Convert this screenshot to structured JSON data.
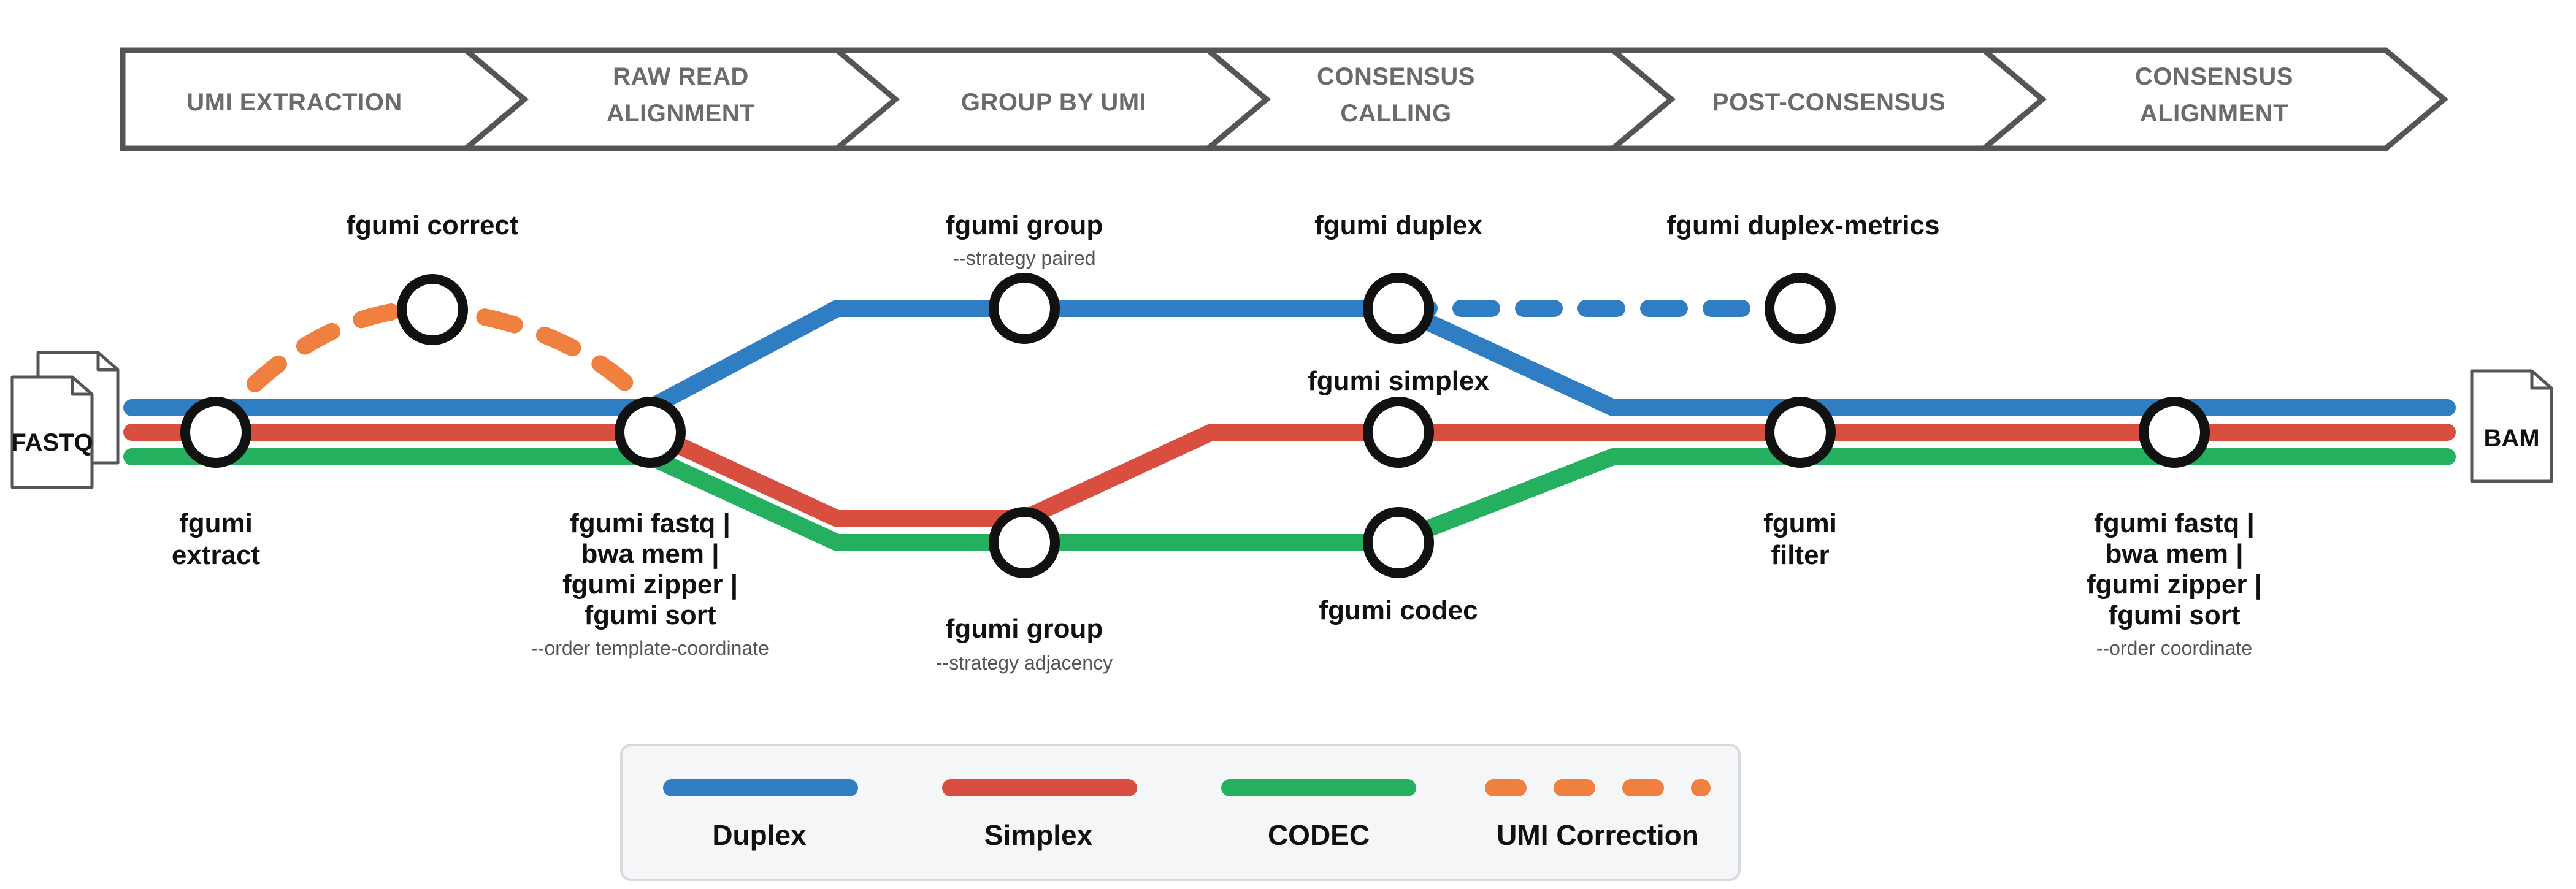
{
  "colors": {
    "duplex": "#2f7ec4",
    "simplex": "#d84f40",
    "codec": "#24b05e",
    "umi_correction": "#f0803f",
    "stage_border": "#555555",
    "legend_bg": "#f4f6f8"
  },
  "stages": [
    {
      "lines": [
        "UMI EXTRACTION"
      ]
    },
    {
      "lines": [
        "RAW READ",
        "ALIGNMENT"
      ]
    },
    {
      "lines": [
        "GROUP BY UMI"
      ]
    },
    {
      "lines": [
        "CONSENSUS",
        "CALLING"
      ]
    },
    {
      "lines": [
        "POST-CONSENSUS"
      ]
    },
    {
      "lines": [
        "CONSENSUS",
        "ALIGNMENT"
      ]
    }
  ],
  "files": {
    "input": "FASTQ",
    "output": "BAM"
  },
  "nodes": {
    "extract": {
      "lines": [
        "fgumi",
        "extract"
      ]
    },
    "correct": {
      "lines": [
        "fgumi correct"
      ]
    },
    "align_raw": {
      "lines": [
        "fgumi fastq |",
        "bwa mem |",
        "fgumi zipper |",
        "fgumi sort"
      ],
      "sub": "--order template-coordinate"
    },
    "group_paired": {
      "lines": [
        "fgumi group"
      ],
      "sub": "--strategy paired"
    },
    "group_adjacency": {
      "lines": [
        "fgumi group"
      ],
      "sub": "--strategy adjacency"
    },
    "duplex": {
      "lines": [
        "fgumi duplex"
      ]
    },
    "simplex": {
      "lines": [
        "fgumi simplex"
      ]
    },
    "codec": {
      "lines": [
        "fgumi codec"
      ]
    },
    "duplex_metrics": {
      "lines": [
        "fgumi duplex-metrics"
      ]
    },
    "filter": {
      "lines": [
        "fgumi",
        "filter"
      ]
    },
    "align_consensus": {
      "lines": [
        "fgumi fastq |",
        "bwa mem |",
        "fgumi zipper |",
        "fgumi sort"
      ],
      "sub": "--order coordinate"
    }
  },
  "legend": [
    {
      "key": "duplex",
      "label": "Duplex",
      "dashed": false
    },
    {
      "key": "simplex",
      "label": "Simplex",
      "dashed": false
    },
    {
      "key": "codec",
      "label": "CODEC",
      "dashed": false
    },
    {
      "key": "umi_correction",
      "label": "UMI Correction",
      "dashed": true
    }
  ]
}
